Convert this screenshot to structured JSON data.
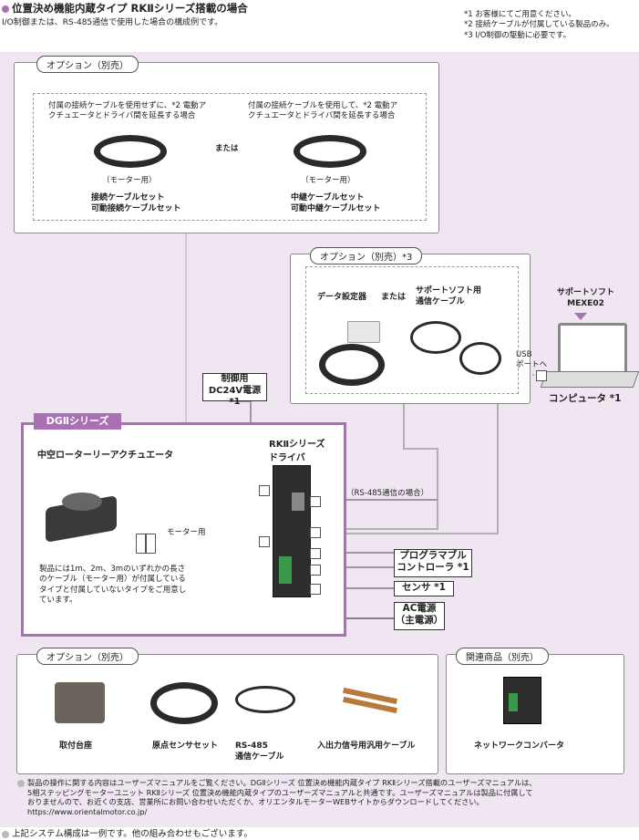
{
  "header": {
    "title": "位置決め機能内蔵タイプ RKⅡシリーズ搭載の場合",
    "subtitle": "I/O制御または、RS-485通信で使用した場合の構成例です。",
    "notes": [
      "*1 お客様にてご用意ください。",
      "*2 接続ケーブルが付属している製品のみ。",
      "*3 I/O制御の駆動に必要です。"
    ]
  },
  "option_cable": {
    "label": "オプション（別売）",
    "left_desc_1": "付属の接続ケーブルを使用せずに、*2 電動ア",
    "left_desc_2": "クチュエータとドライバ間を延長する場合",
    "right_desc_1": "付属の接続ケーブルを使用して、*2 電動ア",
    "right_desc_2": "クチュエータとドライバ間を延長する場合",
    "or": "または",
    "motor_use_left": "（モーター用）",
    "motor_use_right": "（モーター用）",
    "left_name_1": "接続ケーブルセット",
    "left_name_2": "可動接続ケーブルセット",
    "right_name_1": "中継ケーブルセット",
    "right_name_2": "可動中継ケーブルセット"
  },
  "option_data": {
    "label": "オプション（別売）*3",
    "data_setter": "データ設定器",
    "or": "または",
    "support_cable_1": "サポートソフト用",
    "support_cable_2": "通信ケーブル"
  },
  "software": {
    "name_1": "サポートソフト",
    "name_2": "MEXE02",
    "usb_1": "USB",
    "usb_2": "ポートへ",
    "computer": "コンピュータ *1"
  },
  "power_control": {
    "line1": "制御用",
    "line2": "DC24V電源 *1"
  },
  "dg_series": {
    "tab": "DGⅡシリーズ",
    "actuator": "中空ローターリーアクチュエータ",
    "motor_use": "モーター用",
    "cable_note_1": "製品には1m、2m、3mのいずれかの長さ",
    "cable_note_2": "のケーブル（モーター用）が付属している",
    "cable_note_3": "タイプと付属していないタイプをご用意し",
    "cable_note_4": "ています。"
  },
  "driver": {
    "line1": "RKⅡシリーズ",
    "line2": "ドライバ"
  },
  "rs485_note": "（RS-485通信の場合）",
  "plc": {
    "line1": "プログラマブル",
    "line2": "コントローラ *1"
  },
  "sensor": "センサ *1",
  "ac_power": {
    "line1": "AC電源",
    "line2": "（主電源）"
  },
  "option_accessories": {
    "label": "オプション（別売）",
    "items": [
      "取付台座",
      "原点センサセット",
      "RS-485",
      "通信ケーブル",
      "入出力信号用汎用ケーブル"
    ]
  },
  "related": {
    "label": "関連商品（別売）",
    "item": "ネットワークコンバータ"
  },
  "footer": {
    "note_1": "製品の操作に関する内容はユーザーズマニュアルをご覧ください。DGⅡシリーズ 位置決め機能内蔵タイプ RKⅡシリーズ搭載のユーザーズマニュアルは、",
    "note_2": "5相ステッピングモーターユニット RKⅡシリーズ 位置決め機能内蔵タイプのユーザーズマニュアルと共通です。ユーザーズマニュアルは製品に付属して",
    "note_3": "おりませんので、お近くの支店、営業所にお問い合わせいただくか、オリエンタルモーターWEBサイトからダウンロードしてください。",
    "url": "https://www.orientalmotor.co.jp/",
    "bottom": "上記システム構成は一例です。他の組み合わせもございます。"
  },
  "colors": {
    "accent": "#a970b3",
    "band": "#efe6f1",
    "line": "#9a9a9a"
  }
}
